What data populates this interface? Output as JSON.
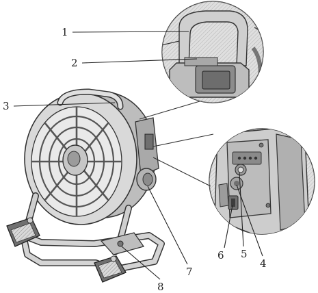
{
  "diagram": {
    "callouts": [
      {
        "id": "1",
        "label": "1"
      },
      {
        "id": "2",
        "label": "2"
      },
      {
        "id": "3",
        "label": "3"
      },
      {
        "id": "4",
        "label": "4"
      },
      {
        "id": "5",
        "label": "5"
      },
      {
        "id": "6",
        "label": "6"
      },
      {
        "id": "7",
        "label": "7"
      },
      {
        "id": "8",
        "label": "8"
      }
    ]
  },
  "colors": {
    "line": "#333333",
    "body": "#d6d6d6",
    "shade": "#9a9a9a",
    "dark": "#5a5a5a"
  }
}
